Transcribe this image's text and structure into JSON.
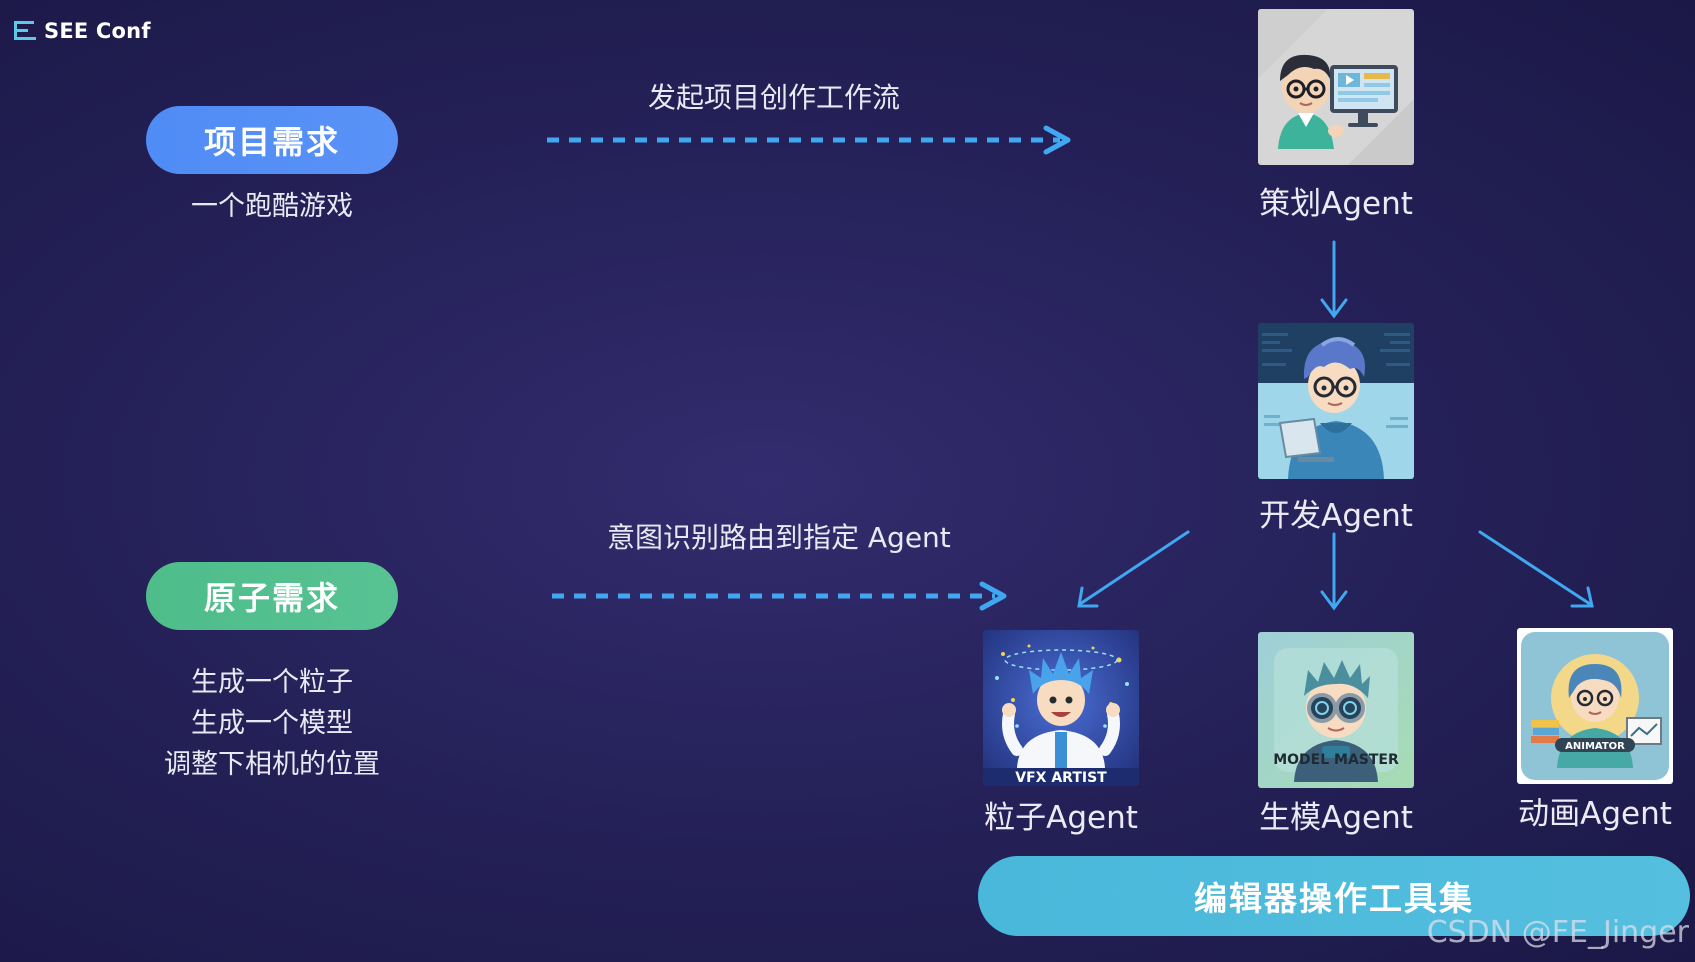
{
  "header": {
    "logo_text": "SEE Conf",
    "logo_icon": "see-conf-logo-icon"
  },
  "project_request": {
    "title": "项目需求",
    "examples": [
      "一个跑酷游戏"
    ],
    "color": "#4f8cf5"
  },
  "atomic_request": {
    "title": "原子需求",
    "examples": [
      "生成一个粒子",
      "生成一个模型",
      "调整下相机的位置"
    ],
    "color": "#4ebd8a"
  },
  "flows": {
    "project_flow_label": "发起项目创作工作流",
    "atomic_flow_label": "意图识别路由到指定 Agent",
    "arrow_color": "#3fa8f0"
  },
  "agents": {
    "planning": {
      "label": "策划Agent",
      "icon": "planner-avatar-icon"
    },
    "dev": {
      "label": "开发Agent",
      "icon": "developer-avatar-icon"
    },
    "vfx": {
      "label": "粒子Agent",
      "badge": "VFX ARTIST",
      "icon": "vfx-artist-avatar-icon"
    },
    "model": {
      "label": "生模Agent",
      "badge": "MODEL MASTER",
      "icon": "model-master-avatar-icon"
    },
    "anim": {
      "label": "动画Agent",
      "badge": "ANIMATOR",
      "icon": "animator-avatar-icon"
    }
  },
  "toolbar": {
    "label": "编辑器操作工具集",
    "color": "#49b8da"
  },
  "watermark": "CSDN @FE_Jinger"
}
